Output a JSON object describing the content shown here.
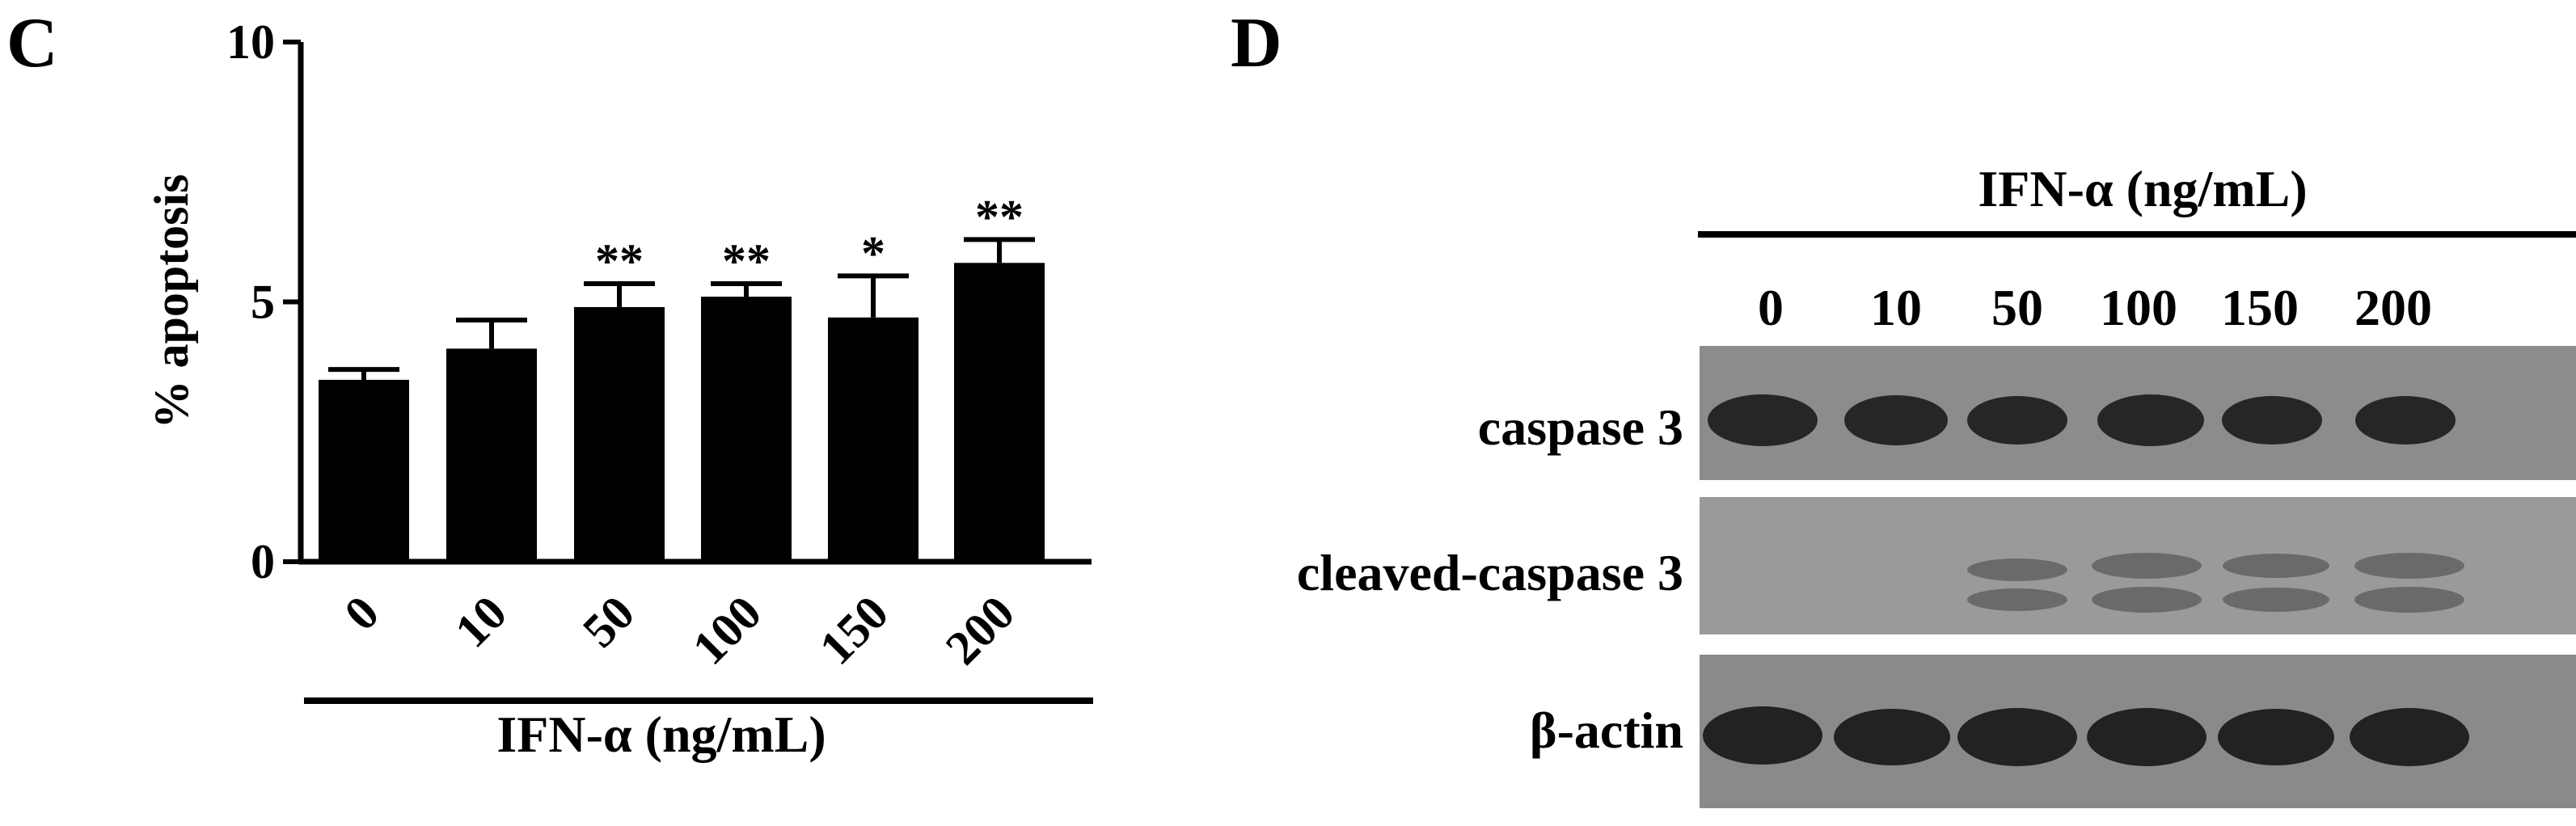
{
  "panel_c": {
    "letter": "C"
  },
  "panel_d": {
    "letter": "D",
    "header": "IFN-α (ng/mL)",
    "lanes": [
      "0",
      "10",
      "50",
      "100",
      "150",
      "200"
    ],
    "blots": [
      {
        "label": "caspase 3"
      },
      {
        "label": "cleaved-caspase 3"
      },
      {
        "label": "β-actin"
      }
    ]
  },
  "chart_data": {
    "type": "bar",
    "categories": [
      "0",
      "10",
      "50",
      "100",
      "150",
      "200"
    ],
    "values": [
      3.5,
      4.1,
      4.9,
      5.1,
      4.7,
      5.75
    ],
    "errors": [
      0.2,
      0.55,
      0.45,
      0.25,
      0.8,
      0.45
    ],
    "significance": [
      "",
      "",
      "**",
      "**",
      "*",
      "**"
    ],
    "xlabel": "IFN-α (ng/mL)",
    "ylabel": "% apoptosis",
    "ylim": [
      0,
      10
    ],
    "yticks": [
      0,
      5,
      10
    ],
    "grid": false,
    "bar_color": "#000000"
  }
}
